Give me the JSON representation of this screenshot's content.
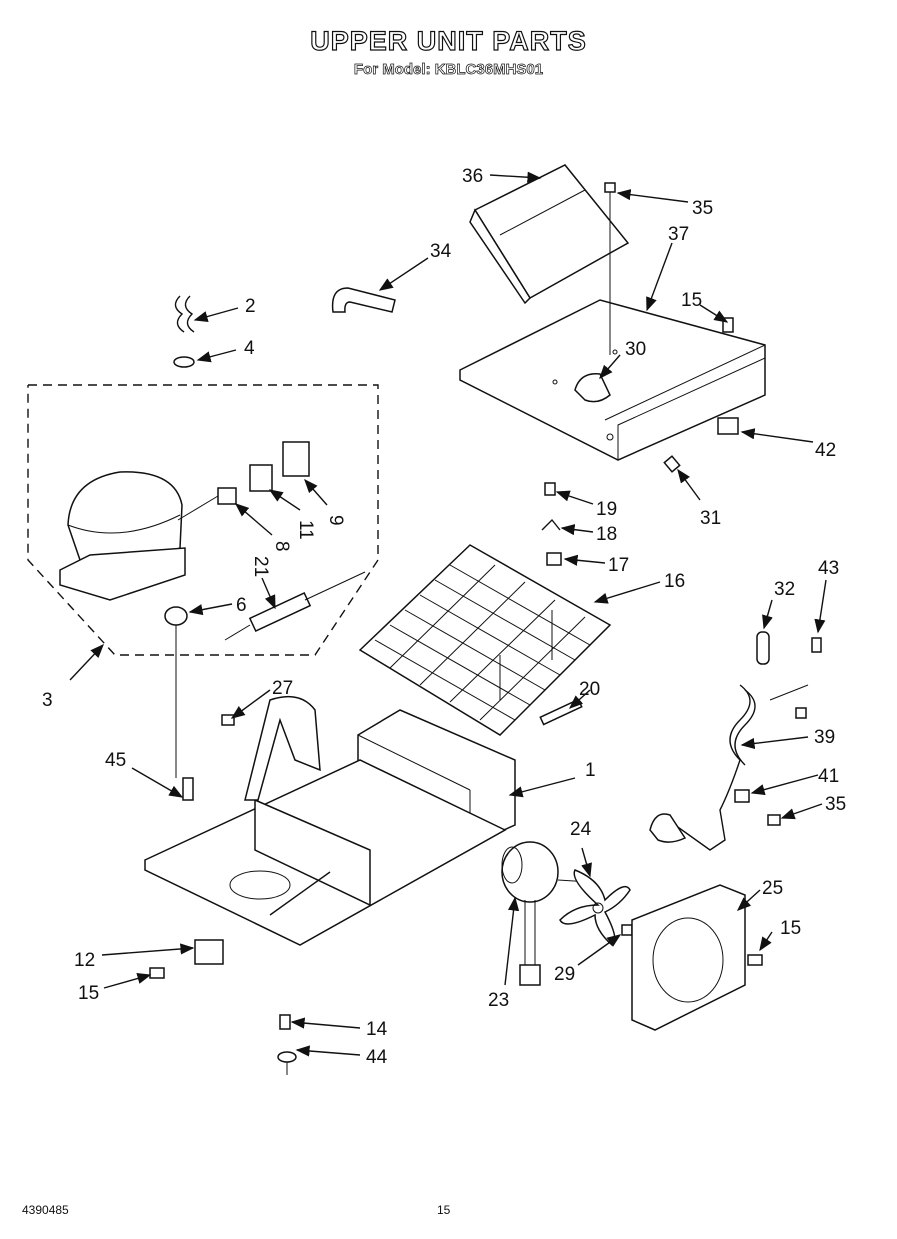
{
  "header": {
    "title": "UPPER UNIT PARTS",
    "subtitle": "For Model: KBLC36MHS01"
  },
  "footer": {
    "doc_number": "4390485",
    "page_number": "15"
  },
  "callouts": {
    "c36": "36",
    "c35a": "35",
    "c37": "37",
    "c34": "34",
    "c15a": "15",
    "c30": "30",
    "c2": "2",
    "c4": "4",
    "c42": "42",
    "c31": "31",
    "c19": "19",
    "c18": "18",
    "c17": "17",
    "c16": "16",
    "c9": "9",
    "c11": "11",
    "c8": "8",
    "c21": "21",
    "c6": "6",
    "c32": "32",
    "c43": "43",
    "c3": "3",
    "c27": "27",
    "c20": "20",
    "c45": "45",
    "c39": "39",
    "c1": "1",
    "c41": "41",
    "c35b": "35",
    "c24": "24",
    "c25": "25",
    "c15b": "15",
    "c12": "12",
    "c29": "29",
    "c15c": "15",
    "c23": "23",
    "c14": "14",
    "c44": "44"
  }
}
